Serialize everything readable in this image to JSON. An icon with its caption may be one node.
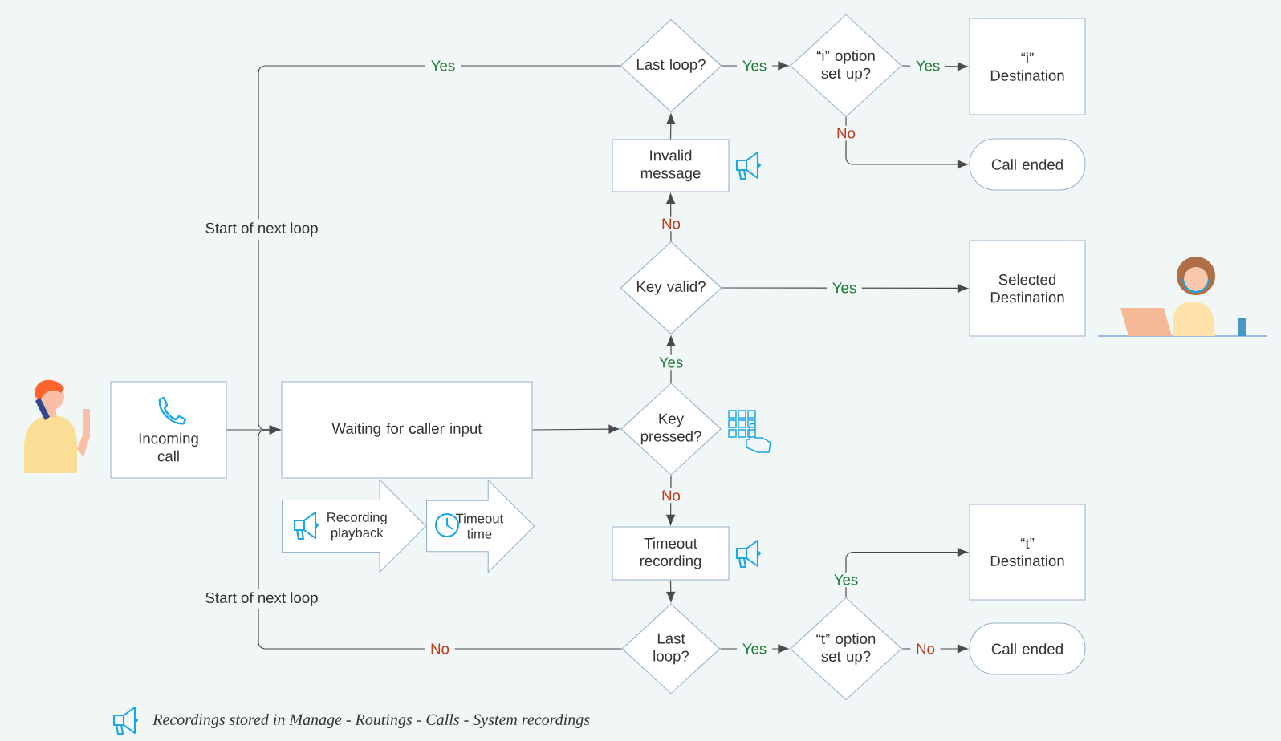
{
  "diagram": {
    "nodes": [
      {
        "text": [
          "Incoming call"
        ]
      },
      {
        "text": [
          "Waiting for caller input"
        ]
      },
      {
        "text": [
          "Key pressed?"
        ]
      },
      {
        "text": [
          "Key valid?"
        ]
      },
      {
        "text": [
          "Invalid message"
        ]
      },
      {
        "text": [
          "Last loop?"
        ]
      },
      {
        "text": [
          "“i” option set up?"
        ]
      },
      {
        "text": [
          "“i” Destination"
        ]
      },
      {
        "text": [
          "Call ended"
        ]
      },
      {
        "text": [
          "Selected Destination"
        ]
      },
      {
        "text": [
          "Timeout recording"
        ]
      },
      {
        "text": [
          "Last loop?"
        ]
      },
      {
        "text": [
          "“t” option set up?"
        ]
      },
      {
        "text": [
          "“t” Destination"
        ]
      },
      {
        "text": [
          "Call ended"
        ]
      },
      {
        "text": [
          "Recording playback"
        ]
      },
      {
        "text": [
          "Timeout time"
        ]
      }
    ],
    "edges": [
      {
        "from": 0,
        "to": 1,
        "arrow": "to"
      },
      {
        "from": 1,
        "to": 2,
        "arrow": "to"
      },
      {
        "from": 2,
        "to": 3,
        "arrow": "to",
        "label": "Yes"
      },
      {
        "from": 2,
        "to": 10,
        "arrow": "to",
        "label": "No"
      },
      {
        "from": 3,
        "to": 4,
        "arrow": "to",
        "label": "No"
      },
      {
        "from": 3,
        "to": 9,
        "arrow": "to",
        "label": "Yes"
      },
      {
        "from": 4,
        "to": 5,
        "arrow": "to"
      },
      {
        "from": 5,
        "to": 6,
        "arrow": "to",
        "label": "Yes"
      },
      {
        "from": 6,
        "to": 7,
        "arrow": "to",
        "label": "Yes"
      },
      {
        "from": 6,
        "to": 8,
        "arrow": "to",
        "label": "No"
      },
      {
        "from": 5,
        "to": 1,
        "arrow": "to",
        "label": "Yes"
      },
      {
        "from": 10,
        "to": 11,
        "arrow": "to"
      },
      {
        "from": 11,
        "to": 12,
        "arrow": "to",
        "label": "Yes"
      },
      {
        "from": 12,
        "to": 13,
        "arrow": "to",
        "label": "Yes"
      },
      {
        "from": 12,
        "to": 14,
        "arrow": "to",
        "label": "No"
      },
      {
        "from": 11,
        "to": 1,
        "arrow": "to",
        "label": "No"
      }
    ],
    "labels": [
      "Start of next loop",
      "Start of next loop",
      "Recordings stored in Manage - Routings - Calls - System recordings"
    ]
  }
}
